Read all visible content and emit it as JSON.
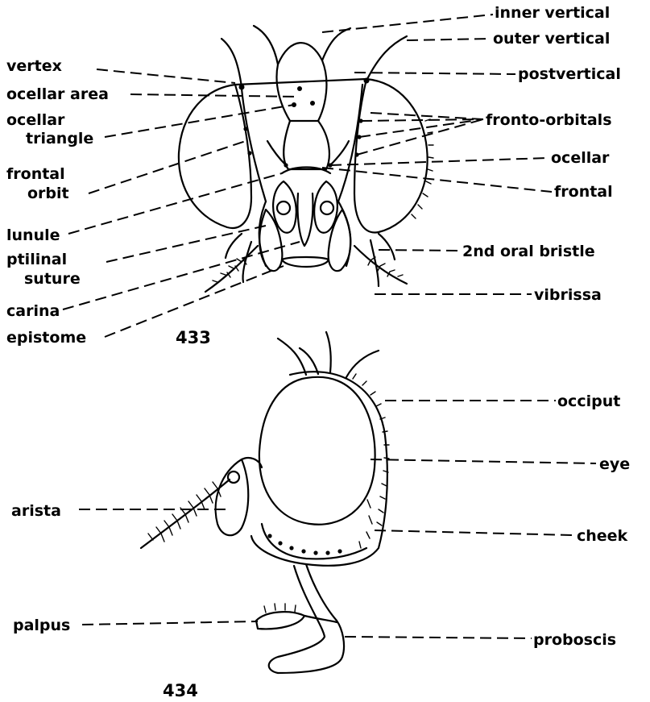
{
  "figures": {
    "front_view_number": "433",
    "side_view_number": "434"
  },
  "labels": {
    "inner_vertical": "inner vertical",
    "outer_vertical": "outer vertical",
    "postvertical": "postvertical",
    "fronto_orbitals": "fronto-orbitals",
    "ocellar": "ocellar",
    "frontal": "frontal",
    "second_oral_bristle": "2nd oral bristle",
    "vibrissa": "vibrissa",
    "vertex": "vertex",
    "ocellar_area": "ocellar area",
    "ocellar_triangle_line1": "ocellar",
    "ocellar_triangle_line2": "triangle",
    "frontal_orbit_line1": "frontal",
    "frontal_orbit_line2": "orbit",
    "lunule": "lunule",
    "ptilinal_suture_line1": "ptilinal",
    "ptilinal_suture_line2": "suture",
    "carina": "carina",
    "epistome": "epistome",
    "occiput": "occiput",
    "eye": "eye",
    "arista": "arista",
    "cheek": "cheek",
    "palpus": "palpus",
    "proboscis": "proboscis"
  }
}
